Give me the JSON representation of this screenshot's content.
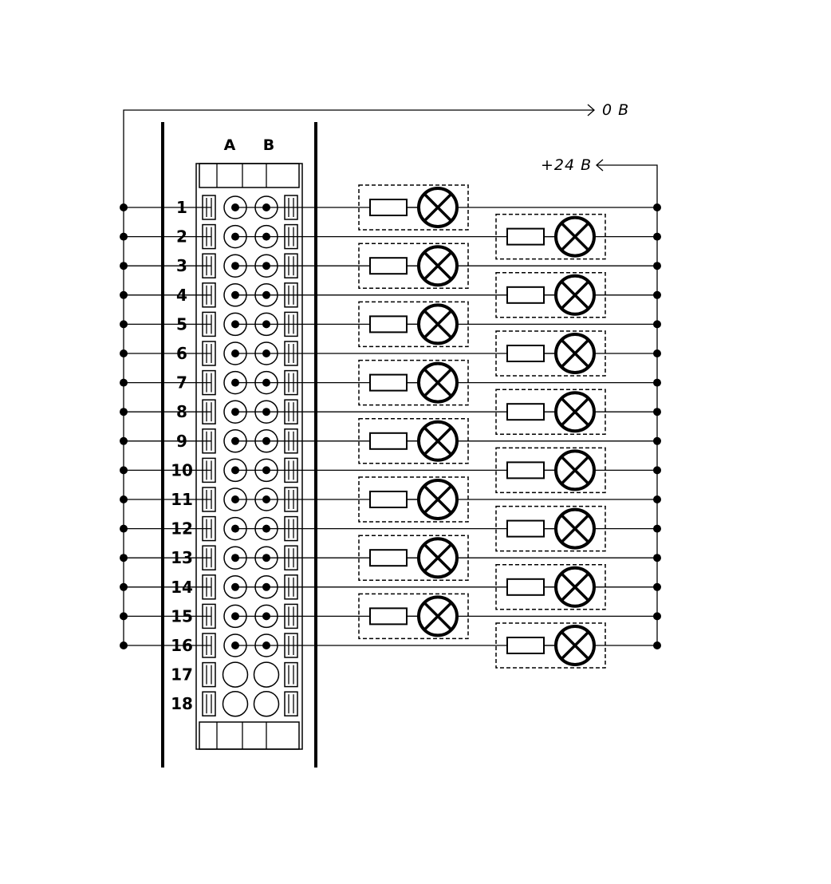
{
  "supply": {
    "zero_label": "0 В",
    "plus_label": "+24 В"
  },
  "connector": {
    "columns": [
      "A",
      "B"
    ],
    "rows": [
      "1",
      "2",
      "3",
      "4",
      "5",
      "6",
      "7",
      "8",
      "9",
      "10",
      "11",
      "12",
      "13",
      "14",
      "15",
      "16",
      "17",
      "18"
    ],
    "wired_rows": 16
  },
  "outputs": [
    {
      "channel": "1"
    },
    {
      "channel": "2"
    },
    {
      "channel": "3"
    },
    {
      "channel": "4"
    },
    {
      "channel": "5"
    },
    {
      "channel": "6"
    },
    {
      "channel": "7"
    },
    {
      "channel": "8"
    },
    {
      "channel": "9"
    },
    {
      "channel": "10"
    },
    {
      "channel": "11"
    },
    {
      "channel": "12"
    },
    {
      "channel": "13"
    },
    {
      "channel": "14"
    },
    {
      "channel": "15"
    },
    {
      "channel": "16"
    }
  ],
  "load_icons": [
    "resistor-icon",
    "lamp-icon"
  ]
}
